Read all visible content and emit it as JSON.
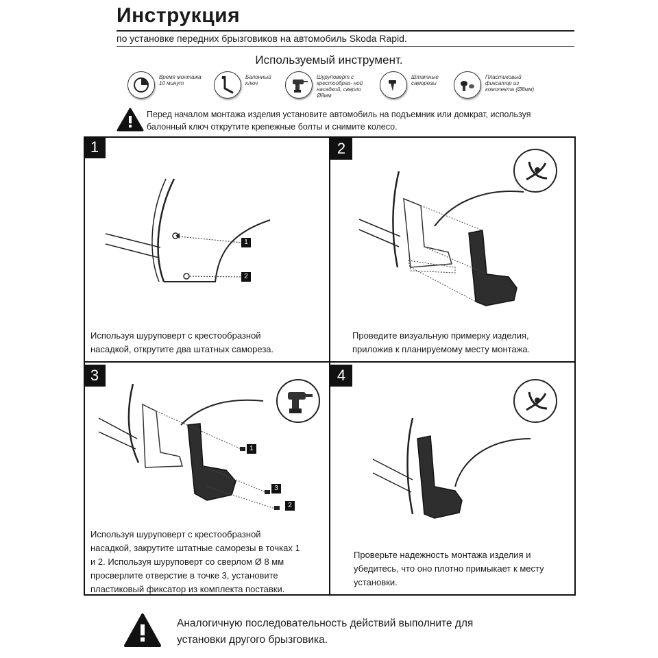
{
  "header": {
    "title": "Инструкция",
    "subtitle": "по установке передних брызговиков на автомобиль Skoda Rapid."
  },
  "tools": {
    "heading": "Используемый инструмент.",
    "items": [
      {
        "icon": "clock-icon",
        "caption": "Время монтажа 10 минут"
      },
      {
        "icon": "wheel-wrench-icon",
        "caption": "Балонный ключ"
      },
      {
        "icon": "drill-icon",
        "caption": "Шуруповерт с крестообраз- ной насадкой, сверло Ø8мм"
      },
      {
        "icon": "screw-icon",
        "caption": "Штатные саморезы"
      },
      {
        "icon": "plastic-clip-icon",
        "caption": "Пластиковый фиксатор из комплекта (Ø8мм)"
      }
    ]
  },
  "warning_top": {
    "line1": "Перед началом монтажа изделия установите автомобиль  на подъемник или домкрат,  используя",
    "line2": "балонный ключ открутите крепежные болты и снимите колесо."
  },
  "steps": [
    {
      "number": "1",
      "line1": "Используя шуруповерт с крестообразной",
      "line2": "насадкой, открутите два штатных самореза.",
      "callouts": [
        "1",
        "2"
      ]
    },
    {
      "number": "2",
      "line1": "Проведите визуальную примерку изделия,",
      "line2": "приложив к планируемому месту монтажа."
    },
    {
      "number": "3",
      "line1": "Используя шуруповерт с крестообразной",
      "line2": "насадкой, закрутите штатные саморезы в точках 1",
      "line3": "и 2. Используя шуруповерт со сверлом Ø 8 мм",
      "line4": "просверлите отверстие в точке 3, установите",
      "line5": "пластиковый фиксатор из комплекта поставки.",
      "callouts": [
        "1",
        "3",
        "2"
      ]
    },
    {
      "number": "4",
      "line1": "Проверьте надежность монтажа изделия и",
      "line2": "убедитесь, что оно плотно примыкает к месту",
      "line3": "установки."
    }
  ],
  "warning_bottom": {
    "line1": "Аналогичную последовательность действий выполните для",
    "line2": "установки другого брызговика."
  }
}
